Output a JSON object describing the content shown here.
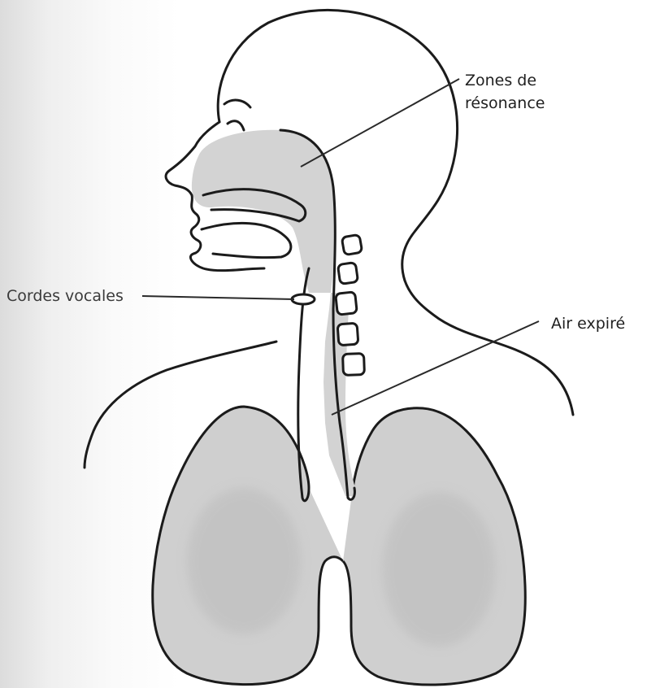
{
  "labels": {
    "zones_line1": "Zones de",
    "zones_line2": "résonance",
    "cordes_vocales": "Cordes vocales",
    "air_expire": "Air expiré"
  },
  "colors": {
    "outline": "#1b1b1b",
    "shading": "#d2d2d2",
    "lung_shading": "#c9c9c9",
    "background": "#ffffff"
  }
}
